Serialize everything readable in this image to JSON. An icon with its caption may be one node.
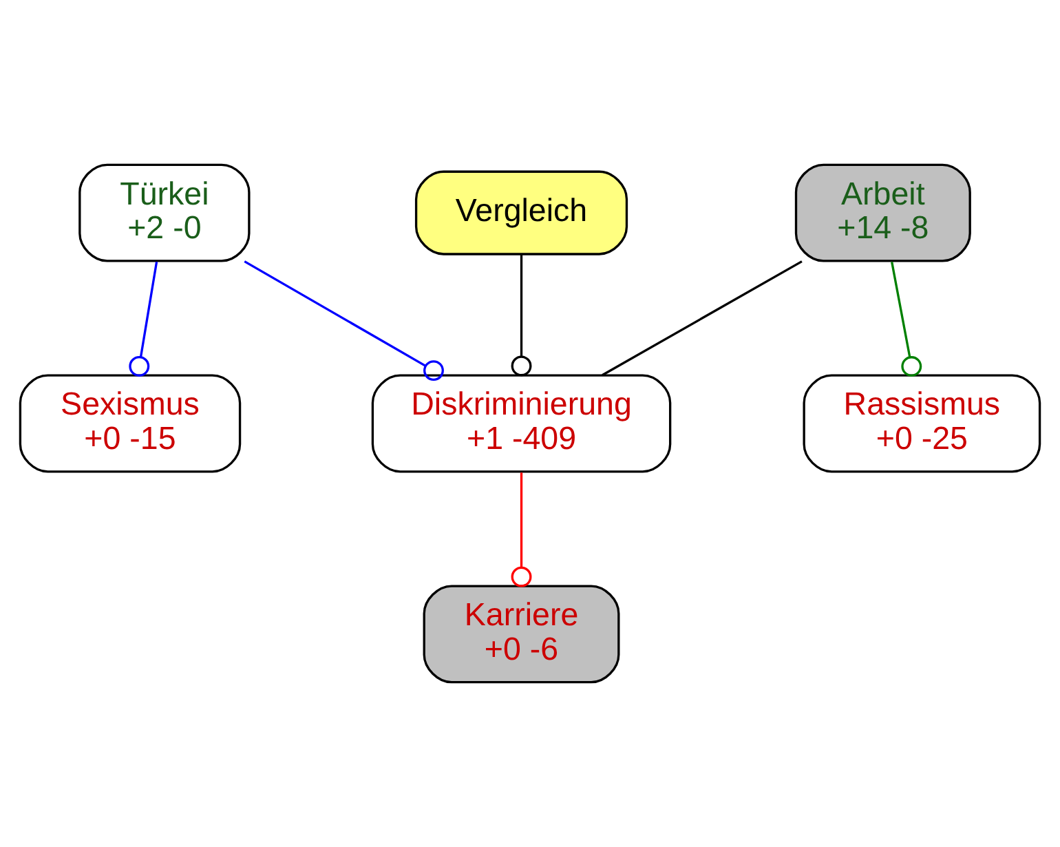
{
  "diagram": {
    "nodes": [
      {
        "text": [
          "Türkei",
          "+2 -0"
        ]
      },
      {
        "text": [
          "Sexismus",
          "+0 -15"
        ]
      },
      {
        "text": [
          "Arbeit",
          "+14 -8"
        ]
      },
      {
        "text": [
          "Diskriminierung",
          "+1 -409"
        ]
      },
      {
        "text": [
          "Rassismus",
          "+0 -25"
        ]
      },
      {
        "text": [
          "Vergleich"
        ]
      },
      {
        "text": [
          "Karriere",
          "+0 -6"
        ]
      }
    ],
    "edges": [
      {
        "from": 0,
        "to": 1,
        "arrow": "other",
        "color": "#0000ff"
      },
      {
        "from": 0,
        "to": 3,
        "arrow": "other",
        "color": "#0000ff"
      },
      {
        "from": 2,
        "to": 3,
        "arrow": "none",
        "color": "#000000"
      },
      {
        "from": 2,
        "to": 4,
        "arrow": "other",
        "color": "#008000"
      },
      {
        "from": 5,
        "to": 3,
        "arrow": "other",
        "color": "#000000"
      },
      {
        "from": 3,
        "to": 6,
        "arrow": "other",
        "color": "#ff0000"
      }
    ]
  }
}
